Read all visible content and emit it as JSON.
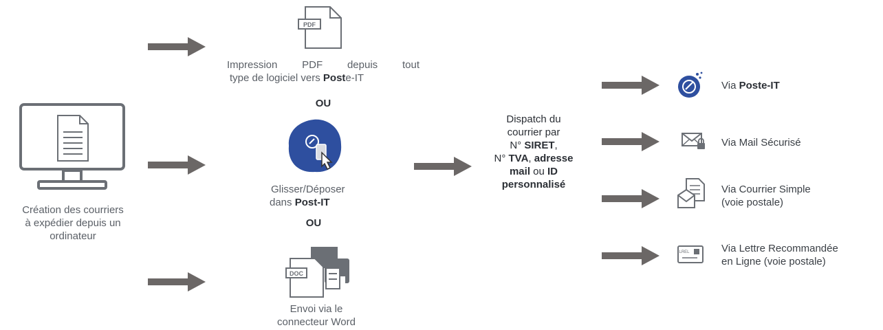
{
  "left": {
    "caption_line1": "Création des courriers",
    "caption_line2": "à expédier depuis un",
    "caption_line3": "ordinateur"
  },
  "pdf": {
    "icon_text": "PDF",
    "line1": "Impression PDF depuis tout",
    "line2_pre": "type de logiciel vers ",
    "line2_bold_a": "Post",
    "line2_bold_b": "e-IT"
  },
  "ou1": "OU",
  "drag": {
    "line1": "Glisser/Déposer",
    "line2_pre": "dans ",
    "line2_bold": "Post-IT"
  },
  "ou2": "OU",
  "word": {
    "icon_text": "DOC",
    "line1": "Envoi via le",
    "line2": "connecteur Word"
  },
  "dispatch": {
    "l1": "Dispatch du",
    "l2": "courrier par",
    "l3_pre": "N° ",
    "l3_bold": "SIRET",
    "l3_post": ",",
    "l4_pre": "N° ",
    "l4_bold1": "TVA",
    "l4_mid": ", ",
    "l4_bold2": "adresse",
    "l5_bold": "mail",
    "l5_mid": " ou ",
    "l5_bold2": "ID",
    "l6_bold": "personnalisé"
  },
  "outputs": [
    {
      "pre": "Via ",
      "bold": "Poste-IT",
      "line2": ""
    },
    {
      "pre": "Via Mail Sécurisé",
      "bold": "",
      "line2": ""
    },
    {
      "pre": "Via Courrier Simple",
      "bold": "",
      "line2": "(voie postale)"
    },
    {
      "pre": "Via Lettre Recommandée",
      "bold": "",
      "line2": "en Ligne (voie postale)"
    }
  ],
  "lrel_icon_text": "LREL",
  "colors": {
    "arrow": "#6b6766",
    "brand_blue": "#2e4f9f",
    "icon_stroke": "#6b6f75",
    "text_dark": "#2b2f35",
    "text_gray": "#5a5f66"
  }
}
